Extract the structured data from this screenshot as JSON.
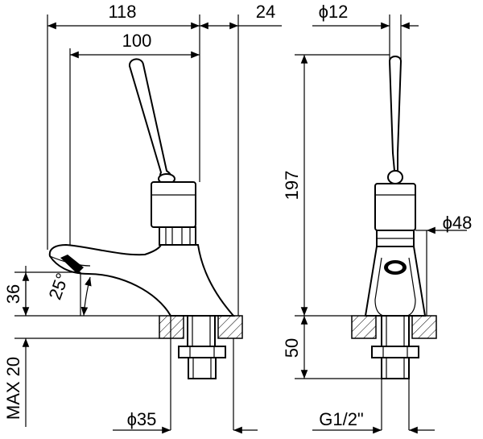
{
  "dimensions": {
    "overall_length": "118",
    "handle_offset": "24",
    "spout_reach": "100",
    "height_above_deck": "36",
    "spout_angle": "25°",
    "max_deck_thickness": "MAX 20",
    "base_diameter": "ϕ35",
    "lever_diameter": "ϕ12",
    "total_height": "197",
    "body_diameter": "ϕ48",
    "shank_length": "50",
    "thread_size": "G1/2\""
  }
}
